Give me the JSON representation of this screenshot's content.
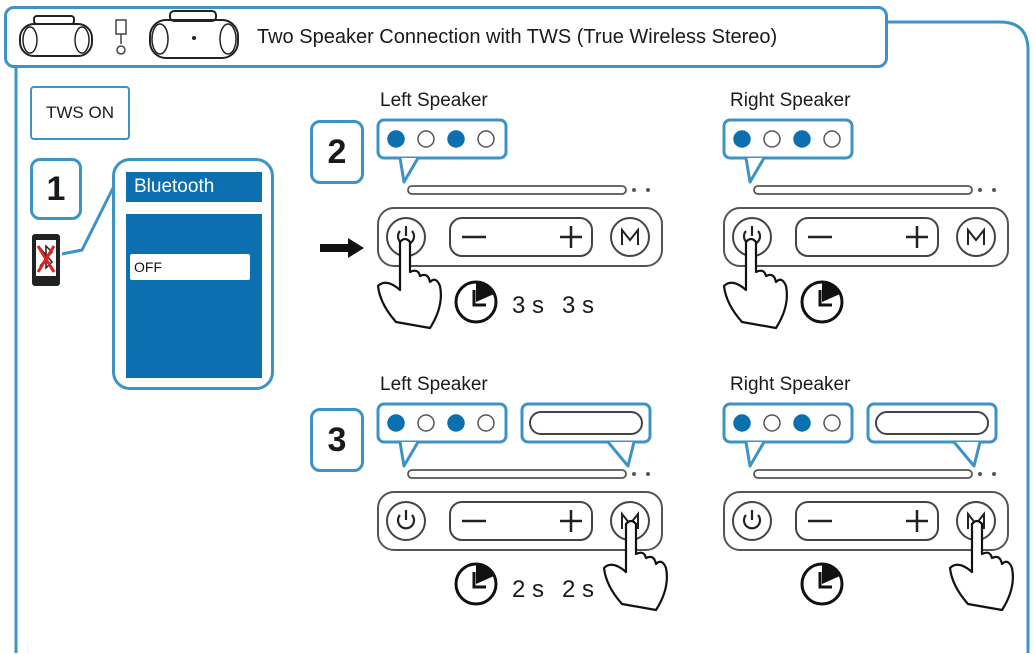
{
  "header": {
    "title": "Two Speaker Connection with TWS (True Wireless Stereo)"
  },
  "tws_on_label": "TWS ON",
  "steps": {
    "one": "1",
    "two": "2",
    "three": "3"
  },
  "bluetooth": {
    "title": "Bluetooth",
    "state": "OFF"
  },
  "step2": {
    "left_label": "Left Speaker",
    "right_label": "Right Speaker",
    "left_timer": "3 s"
  },
  "step3": {
    "left_label": "Left Speaker",
    "right_label": "Right Speaker",
    "left_timer": "2 s"
  },
  "colors": {
    "accent": "#3d93c4",
    "led_blue": "#0c6fb0",
    "bt_panel": "#0c6fb0"
  }
}
